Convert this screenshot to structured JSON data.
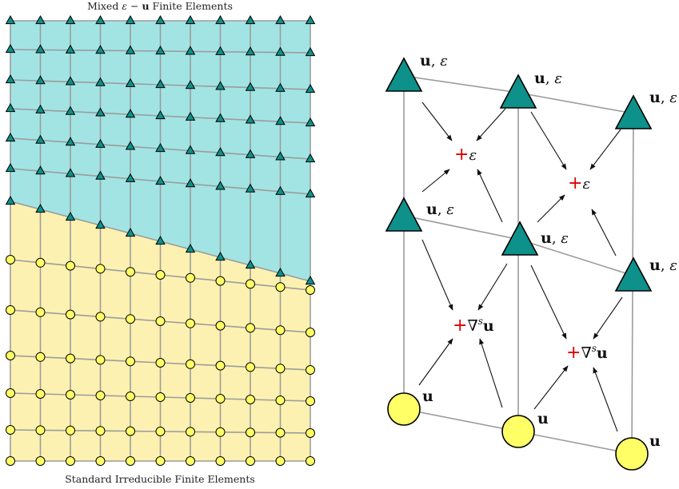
{
  "figure": {
    "top_caption": {
      "prefix": "Mixed ",
      "epsilon": "ε",
      "dash": " − ",
      "u": "u",
      "suffix": " Finite Elements"
    },
    "bottom_caption": "Standard Irreducible Finite Elements",
    "colors": {
      "mixed_region": "#a2e4e4",
      "standard_region": "#fdf1b1",
      "grid_line": "#9c9c9c",
      "triangle_fill": "#0d918a",
      "circle_fill": "#ffff66",
      "plus": "#e00000"
    },
    "icons": {
      "mixed_node": "triangle",
      "standard_node": "circle"
    }
  },
  "detail": {
    "node_labels": {
      "mixed": {
        "u": "u",
        "sep": ",",
        "eps": "ε"
      },
      "standard": {
        "u": "u"
      }
    },
    "integration_points": {
      "mixed": {
        "plus": "+",
        "symbol": "ε"
      },
      "standard": {
        "plus": "+",
        "nabla": "∇",
        "sup": "s",
        "u": "u"
      }
    }
  }
}
